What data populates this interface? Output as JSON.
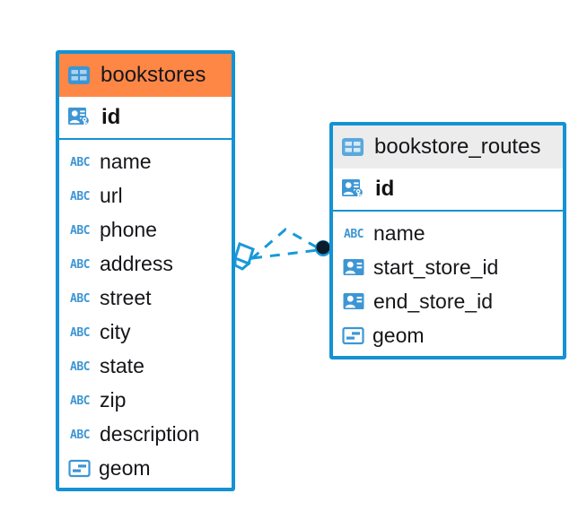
{
  "diagram": {
    "type": "entity-relationship-diagram",
    "colors": {
      "border_blue": "#1492d3",
      "header_orange": "#ff8746",
      "header_gray": "#ececec",
      "icon_blue": "#3d96d4",
      "connector_blue": "#189ad8",
      "endpoint_dark": "#0b1b2b",
      "text": "#16161a",
      "background": "#ffffff"
    },
    "entities": [
      {
        "id": "bookstores",
        "name": "bookstores",
        "header_style": "orange",
        "table_icon": "table-icon",
        "primary_key": {
          "name": "id",
          "icon": "primary-key-icon"
        },
        "fields": [
          {
            "name": "name",
            "icon": "abc-text-icon",
            "icon_text": "ABC"
          },
          {
            "name": "url",
            "icon": "abc-text-icon",
            "icon_text": "ABC"
          },
          {
            "name": "phone",
            "icon": "abc-text-icon",
            "icon_text": "ABC"
          },
          {
            "name": "address",
            "icon": "abc-text-icon",
            "icon_text": "ABC"
          },
          {
            "name": "street",
            "icon": "abc-text-icon",
            "icon_text": "ABC"
          },
          {
            "name": "city",
            "icon": "abc-text-icon",
            "icon_text": "ABC"
          },
          {
            "name": "state",
            "icon": "abc-text-icon",
            "icon_text": "ABC"
          },
          {
            "name": "zip",
            "icon": "abc-text-icon",
            "icon_text": "ABC"
          },
          {
            "name": "description",
            "icon": "abc-text-icon",
            "icon_text": "ABC"
          },
          {
            "name": "geom",
            "icon": "geometry-icon",
            "icon_text": ""
          }
        ]
      },
      {
        "id": "bookstore_routes",
        "name": "bookstore_routes",
        "header_style": "gray",
        "table_icon": "table-icon",
        "primary_key": {
          "name": "id",
          "icon": "primary-key-icon"
        },
        "fields": [
          {
            "name": "name",
            "icon": "abc-text-icon",
            "icon_text": "ABC"
          },
          {
            "name": "start_store_id",
            "icon": "foreign-key-icon",
            "icon_text": ""
          },
          {
            "name": "end_store_id",
            "icon": "foreign-key-icon",
            "icon_text": ""
          },
          {
            "name": "geom",
            "icon": "geometry-icon",
            "icon_text": ""
          }
        ]
      }
    ],
    "relationships": [
      {
        "from": "bookstores",
        "to": "bookstore_routes",
        "from_endpoint": "diamond-open",
        "to_endpoint": "filled-circle",
        "line_style": "dashed",
        "count": 2
      }
    ]
  }
}
